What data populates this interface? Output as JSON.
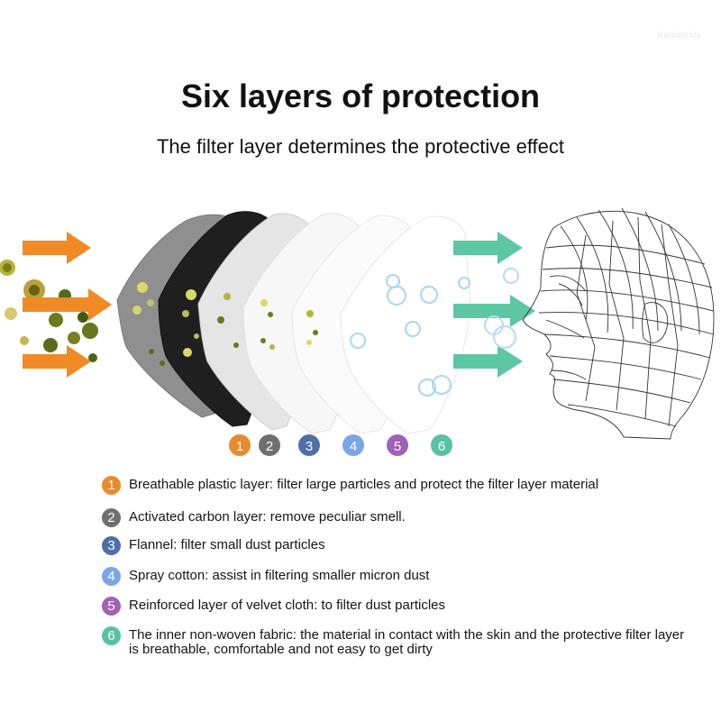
{
  "watermark": "Kaisiboshi",
  "title": "Six layers of protection",
  "subtitle": "The filter layer determines the protective effect",
  "layer_numbers": [
    "1",
    "2",
    "3",
    "4",
    "5",
    "6"
  ],
  "colors": {
    "layer1": "#e98a2c",
    "layer2": "#6f6f6f",
    "layer3": "#4e70a8",
    "layer4": "#7aa6e6",
    "layer5": "#a061b6",
    "layer6": "#57c1a3",
    "incoming_arrow": "#f08a24",
    "outgoing_arrow": "#5cc7a2"
  },
  "legend": [
    {
      "number": "1",
      "text": "Breathable plastic layer: filter large particles and protect the filter layer material"
    },
    {
      "number": "2",
      "text": "Activated carbon layer: remove peculiar smell."
    },
    {
      "number": "3",
      "text": "Flannel: filter small dust particles"
    },
    {
      "number": "4",
      "text": "Spray cotton: assist in filtering smaller micron dust"
    },
    {
      "number": "5",
      "text": "Reinforced layer of velvet cloth: to filter dust particles"
    },
    {
      "number": "6",
      "text": "The inner non-woven fabric: the material in contact with the skin and the protective filter layer is breathable, comfortable and not easy to get dirty"
    }
  ]
}
